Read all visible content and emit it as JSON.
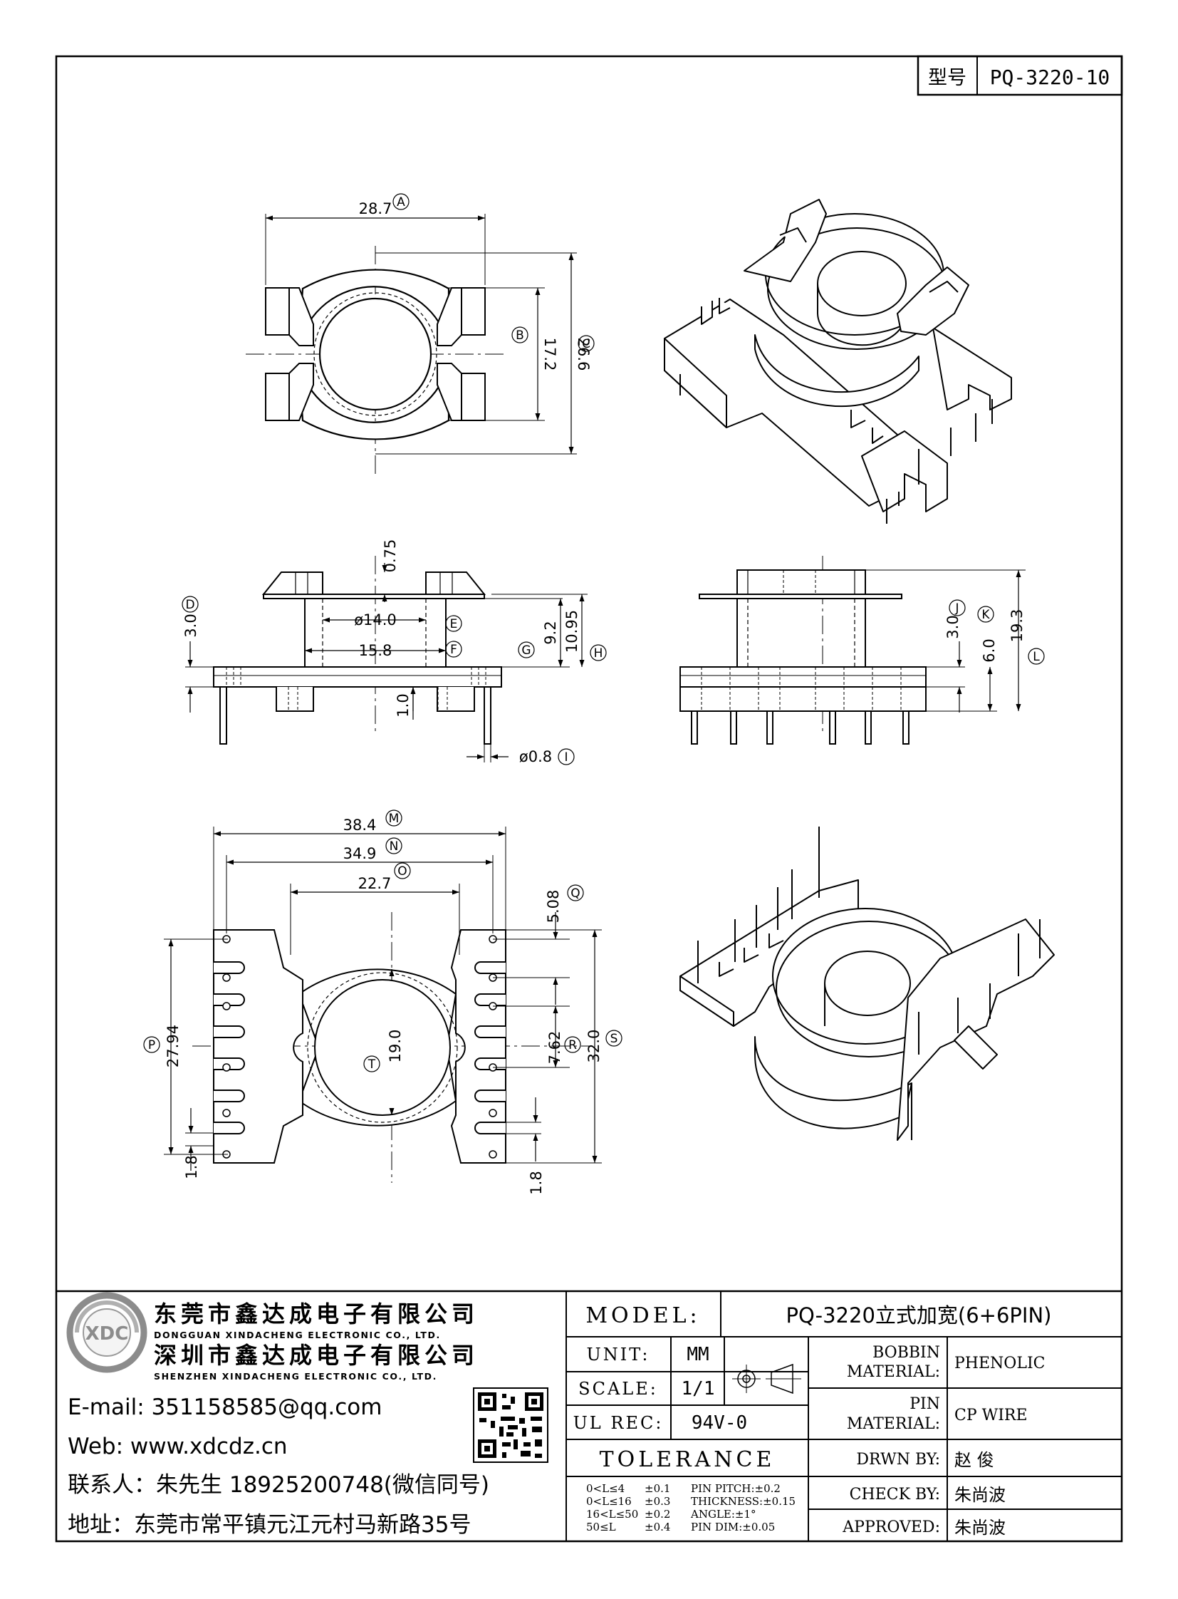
{
  "header": {
    "model_label": "型号",
    "model_value": "PQ-3220-10"
  },
  "top_view": {
    "dim_a": "28.7",
    "dim_b": "17.2",
    "dim_c": "26.6",
    "tag_a": "A",
    "tag_b": "B",
    "tag_c": "C"
  },
  "side_view_left": {
    "dim_top": "0.75",
    "dim_d": "3.0",
    "dim_e": "ø14.0",
    "dim_f": "15.8",
    "dim_g": "9.2",
    "dim_h": "10.95",
    "dim_pin_len": "1.0",
    "dim_i": "ø0.8",
    "tag_d": "D",
    "tag_e": "E",
    "tag_f": "F",
    "tag_g": "G",
    "tag_h": "H",
    "tag_i": "I"
  },
  "side_view_right": {
    "dim_j": "3.0",
    "dim_k": "6.0",
    "dim_l": "19.3",
    "tag_j": "J",
    "tag_k": "K",
    "tag_l": "L"
  },
  "bottom_view": {
    "dim_m": "38.4",
    "dim_n": "34.9",
    "dim_o": "22.7",
    "dim_q": "5.08",
    "dim_p": "27.94",
    "dim_t": "19.0",
    "dim_r": "7.62",
    "dim_s": "32.0",
    "dim_left_small": "1.8",
    "dim_right_small": "1.8",
    "tag_m": "M",
    "tag_n": "N",
    "tag_o": "O",
    "tag_q": "Q",
    "tag_p": "P",
    "tag_t": "T",
    "tag_r": "R",
    "tag_s": "S"
  },
  "company": {
    "name_dg": "东莞市鑫达成电子有限公司",
    "name_dg_en": "DONGGUAN XINDACHENG ELECTRONIC CO., LTD.",
    "name_sz": "深圳市鑫达成电子有限公司",
    "name_sz_en": "SHENZHEN XINDACHENG ELECTRONIC CO., LTD.",
    "email": "E-mail: 351158585@qq.com",
    "web": "Web: www.xdcdz.cn",
    "contact": "联系人：朱先生 18925200748(微信同号)",
    "address": "地址：东莞市常平镇元江元村马新路35号",
    "logo_text": "XDC"
  },
  "title_block": {
    "model_label": "MODEL:",
    "model_value": "PQ-3220立式加宽(6+6PIN)",
    "unit_label": "UNIT:",
    "unit_value": "MM",
    "scale_label": "SCALE:",
    "scale_value": "1/1",
    "ulrec_label": "UL REC:",
    "ulrec_value": "94V-0",
    "bobbin_label_1": "BOBBIN",
    "bobbin_label_2": "MATERIAL:",
    "bobbin_value": "PHENOLIC",
    "pin_label_1": "PIN",
    "pin_label_2": "MATERIAL:",
    "pin_value": "CP WIRE",
    "tolerance_label": "TOLERANCE",
    "tol_rows": [
      [
        "0<L≤4",
        "±0.1",
        "PIN PITCH:±0.2"
      ],
      [
        "0<L≤16",
        "±0.3",
        "THICKNESS:±0.15"
      ],
      [
        "16<L≤50",
        "±0.2",
        "ANGLE:±1°"
      ],
      [
        "50≤L",
        "±0.4",
        "PIN DIM:±0.05"
      ]
    ],
    "drawn_label": "DRWN BY:",
    "drawn_value": "赵  俊",
    "check_label": "CHECK BY:",
    "check_value": "朱尚波",
    "approved_label": "APPROVED:",
    "approved_value": "朱尚波"
  }
}
